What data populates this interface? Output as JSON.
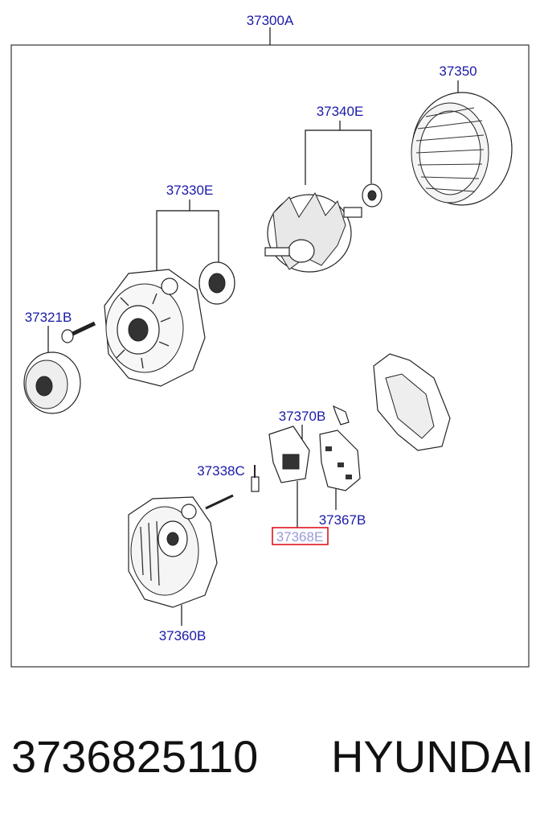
{
  "diagram": {
    "labels": {
      "assembly": "37300A",
      "stator": "37350",
      "rotor": "37340E",
      "front_bracket": "37330E",
      "pulley": "37321B",
      "brush_holder": "37370B",
      "bolt": "37338C",
      "rectifier": "37367B",
      "regulator": "37368E",
      "rear_bracket": "37360B"
    },
    "highlighted_part": "37368E",
    "highlight_color": "#e0141e",
    "label_color": "#1a1aa8"
  },
  "footer": {
    "part_number": "3736825110",
    "brand": "HYUNDAI"
  }
}
